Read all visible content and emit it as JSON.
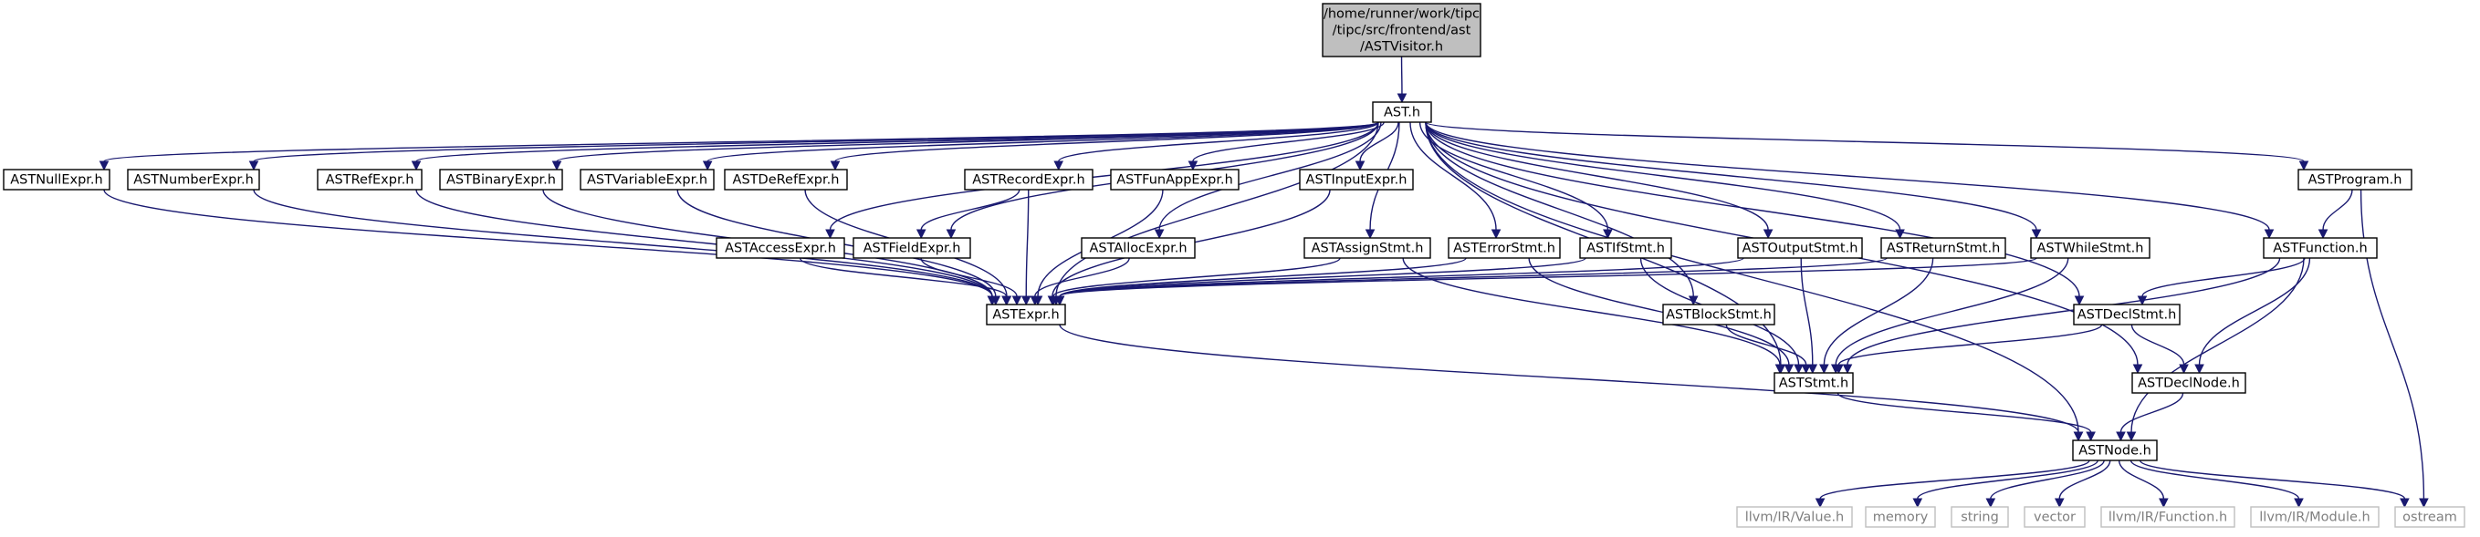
{
  "graph": {
    "style": {
      "edge_color": "#191970",
      "root_fill": "#bfbfbf",
      "node_fill": "#ffffff",
      "node_border": "#000000",
      "external_border": "#bfbfbf",
      "external_text": "#7f7f7f"
    },
    "nodes": [
      {
        "id": "root",
        "lines": [
          "/home/runner/work/tipc",
          "/tipc/src/frontend/ast",
          "/ASTVisitor.h"
        ],
        "kind": "root"
      },
      {
        "id": "ast",
        "lines": [
          "AST.h"
        ],
        "kind": "normal"
      },
      {
        "id": "nullexpr",
        "lines": [
          "ASTNullExpr.h"
        ],
        "kind": "normal"
      },
      {
        "id": "numberexpr",
        "lines": [
          "ASTNumberExpr.h"
        ],
        "kind": "normal"
      },
      {
        "id": "refexpr",
        "lines": [
          "ASTRefExpr.h"
        ],
        "kind": "normal"
      },
      {
        "id": "binaryexpr",
        "lines": [
          "ASTBinaryExpr.h"
        ],
        "kind": "normal"
      },
      {
        "id": "variableexpr",
        "lines": [
          "ASTVariableExpr.h"
        ],
        "kind": "normal"
      },
      {
        "id": "derefexpr",
        "lines": [
          "ASTDeRefExpr.h"
        ],
        "kind": "normal"
      },
      {
        "id": "recordexpr",
        "lines": [
          "ASTRecordExpr.h"
        ],
        "kind": "normal"
      },
      {
        "id": "funappexpr",
        "lines": [
          "ASTFunAppExpr.h"
        ],
        "kind": "normal"
      },
      {
        "id": "inputexpr",
        "lines": [
          "ASTInputExpr.h"
        ],
        "kind": "normal"
      },
      {
        "id": "program",
        "lines": [
          "ASTProgram.h"
        ],
        "kind": "normal"
      },
      {
        "id": "accessexpr",
        "lines": [
          "ASTAccessExpr.h"
        ],
        "kind": "normal"
      },
      {
        "id": "fieldexpr",
        "lines": [
          "ASTFieldExpr.h"
        ],
        "kind": "normal"
      },
      {
        "id": "allocexpr",
        "lines": [
          "ASTAllocExpr.h"
        ],
        "kind": "normal"
      },
      {
        "id": "assignstmt",
        "lines": [
          "ASTAssignStmt.h"
        ],
        "kind": "normal"
      },
      {
        "id": "errorstmt",
        "lines": [
          "ASTErrorStmt.h"
        ],
        "kind": "normal"
      },
      {
        "id": "ifstmt",
        "lines": [
          "ASTIfStmt.h"
        ],
        "kind": "normal"
      },
      {
        "id": "outputstmt",
        "lines": [
          "ASTOutputStmt.h"
        ],
        "kind": "normal"
      },
      {
        "id": "returnstmt",
        "lines": [
          "ASTReturnStmt.h"
        ],
        "kind": "normal"
      },
      {
        "id": "whilestmt",
        "lines": [
          "ASTWhileStmt.h"
        ],
        "kind": "normal"
      },
      {
        "id": "function",
        "lines": [
          "ASTFunction.h"
        ],
        "kind": "normal"
      },
      {
        "id": "expr",
        "lines": [
          "ASTExpr.h"
        ],
        "kind": "normal"
      },
      {
        "id": "blockstmt",
        "lines": [
          "ASTBlockStmt.h"
        ],
        "kind": "normal"
      },
      {
        "id": "declstmt",
        "lines": [
          "ASTDeclStmt.h"
        ],
        "kind": "normal"
      },
      {
        "id": "stmt",
        "lines": [
          "ASTStmt.h"
        ],
        "kind": "normal"
      },
      {
        "id": "declnode",
        "lines": [
          "ASTDeclNode.h"
        ],
        "kind": "normal"
      },
      {
        "id": "node",
        "lines": [
          "ASTNode.h"
        ],
        "kind": "normal"
      },
      {
        "id": "llvmvalue",
        "lines": [
          "llvm/IR/Value.h"
        ],
        "kind": "external"
      },
      {
        "id": "memory",
        "lines": [
          "memory"
        ],
        "kind": "external"
      },
      {
        "id": "string",
        "lines": [
          "string"
        ],
        "kind": "external"
      },
      {
        "id": "vector",
        "lines": [
          "vector"
        ],
        "kind": "external"
      },
      {
        "id": "llvmfunction",
        "lines": [
          "llvm/IR/Function.h"
        ],
        "kind": "external"
      },
      {
        "id": "llvmmodule",
        "lines": [
          "llvm/IR/Module.h"
        ],
        "kind": "external"
      },
      {
        "id": "ostream",
        "lines": [
          "ostream"
        ],
        "kind": "external"
      }
    ],
    "edges": [
      [
        "root",
        "ast"
      ],
      [
        "ast",
        "nullexpr"
      ],
      [
        "ast",
        "numberexpr"
      ],
      [
        "ast",
        "refexpr"
      ],
      [
        "ast",
        "binaryexpr"
      ],
      [
        "ast",
        "variableexpr"
      ],
      [
        "ast",
        "derefexpr"
      ],
      [
        "ast",
        "recordexpr"
      ],
      [
        "ast",
        "funappexpr"
      ],
      [
        "ast",
        "inputexpr"
      ],
      [
        "ast",
        "program"
      ],
      [
        "ast",
        "accessexpr"
      ],
      [
        "ast",
        "fieldexpr"
      ],
      [
        "ast",
        "allocexpr"
      ],
      [
        "ast",
        "assignstmt"
      ],
      [
        "ast",
        "errorstmt"
      ],
      [
        "ast",
        "ifstmt"
      ],
      [
        "ast",
        "outputstmt"
      ],
      [
        "ast",
        "returnstmt"
      ],
      [
        "ast",
        "whilestmt"
      ],
      [
        "ast",
        "function"
      ],
      [
        "ast",
        "expr"
      ],
      [
        "ast",
        "blockstmt"
      ],
      [
        "ast",
        "declstmt"
      ],
      [
        "ast",
        "stmt"
      ],
      [
        "ast",
        "declnode"
      ],
      [
        "ast",
        "node"
      ],
      [
        "nullexpr",
        "expr"
      ],
      [
        "numberexpr",
        "expr"
      ],
      [
        "refexpr",
        "expr"
      ],
      [
        "binaryexpr",
        "expr"
      ],
      [
        "variableexpr",
        "expr"
      ],
      [
        "derefexpr",
        "expr"
      ],
      [
        "recordexpr",
        "expr"
      ],
      [
        "recordexpr",
        "fieldexpr"
      ],
      [
        "funappexpr",
        "expr"
      ],
      [
        "inputexpr",
        "expr"
      ],
      [
        "accessexpr",
        "expr"
      ],
      [
        "fieldexpr",
        "expr"
      ],
      [
        "allocexpr",
        "expr"
      ],
      [
        "assignstmt",
        "expr"
      ],
      [
        "assignstmt",
        "stmt"
      ],
      [
        "errorstmt",
        "expr"
      ],
      [
        "errorstmt",
        "stmt"
      ],
      [
        "ifstmt",
        "expr"
      ],
      [
        "ifstmt",
        "stmt"
      ],
      [
        "outputstmt",
        "expr"
      ],
      [
        "outputstmt",
        "stmt"
      ],
      [
        "returnstmt",
        "expr"
      ],
      [
        "returnstmt",
        "stmt"
      ],
      [
        "whilestmt",
        "expr"
      ],
      [
        "whilestmt",
        "stmt"
      ],
      [
        "blockstmt",
        "stmt"
      ],
      [
        "program",
        "function"
      ],
      [
        "program",
        "ostream"
      ],
      [
        "function",
        "declstmt"
      ],
      [
        "function",
        "declnode"
      ],
      [
        "function",
        "stmt"
      ],
      [
        "function",
        "node"
      ],
      [
        "declstmt",
        "declnode"
      ],
      [
        "declstmt",
        "stmt"
      ],
      [
        "declnode",
        "node"
      ],
      [
        "expr",
        "node"
      ],
      [
        "stmt",
        "node"
      ],
      [
        "node",
        "llvmvalue"
      ],
      [
        "node",
        "memory"
      ],
      [
        "node",
        "string"
      ],
      [
        "node",
        "vector"
      ],
      [
        "node",
        "llvmfunction"
      ],
      [
        "node",
        "llvmmodule"
      ],
      [
        "node",
        "ostream"
      ]
    ]
  }
}
